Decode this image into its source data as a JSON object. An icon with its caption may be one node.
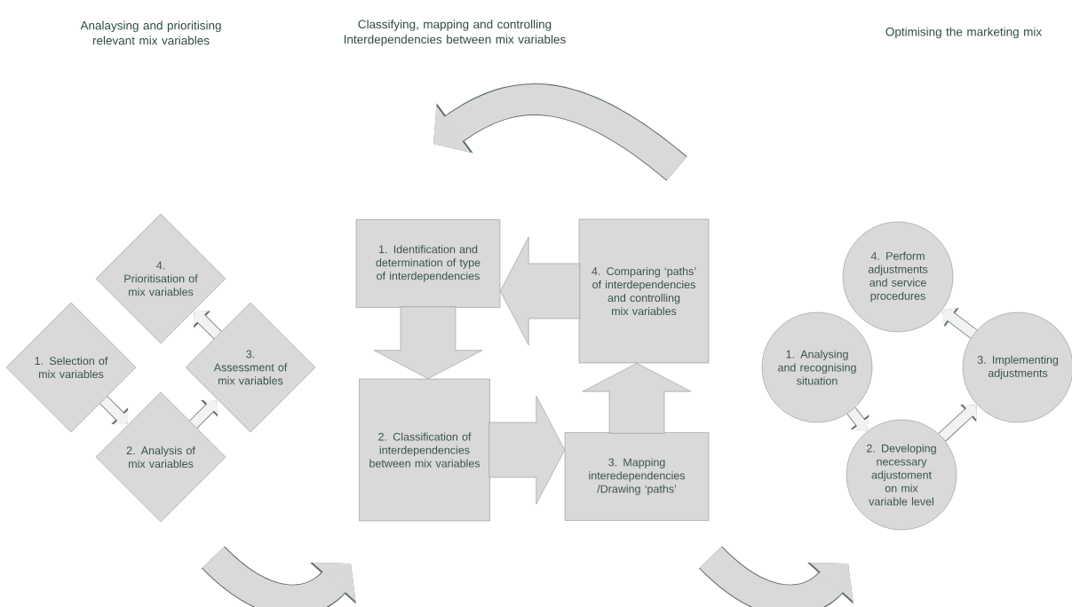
{
  "diagram": {
    "nodes": [
      {
        "text": [
          "1. Selection of mix variables"
        ]
      },
      {
        "text": [
          "2. Analysis of mix variables"
        ]
      },
      {
        "text": [
          "3. Assessment of mix variables"
        ]
      },
      {
        "text": [
          "4. Prioritisation of mix variables"
        ]
      },
      {
        "text": [
          "1. Identification and determination of type of interdependencies"
        ]
      },
      {
        "text": [
          "2. Classification of interdependencies between mix variables"
        ]
      },
      {
        "text": [
          "3. Mapping interedependencies /Drawing ‘paths’"
        ]
      },
      {
        "text": [
          "4. Comparing ‘paths’ of interdependencies and controlling mix variables"
        ]
      },
      {
        "text": [
          "1. Analysing and recognising situation"
        ]
      },
      {
        "text": [
          "2. Developing necessary adjustoment on mix variable level"
        ]
      },
      {
        "text": [
          "3. Implementing adjustments"
        ]
      },
      {
        "text": [
          "4. Perform adjustments and service procedures"
        ]
      }
    ],
    "edges": [
      {
        "from": 0,
        "to": 1,
        "arrow": "to"
      },
      {
        "from": 1,
        "to": 2,
        "arrow": "to"
      },
      {
        "from": 2,
        "to": 3,
        "arrow": "to"
      },
      {
        "from": 4,
        "to": 5,
        "arrow": "to",
        "style": "thick"
      },
      {
        "from": 5,
        "to": 6,
        "arrow": "to",
        "style": "thick"
      },
      {
        "from": 6,
        "to": 7,
        "arrow": "to",
        "style": "thick"
      },
      {
        "from": 7,
        "to": 4,
        "arrow": "to",
        "style": "thick"
      },
      {
        "from": 8,
        "to": 9,
        "arrow": "to"
      },
      {
        "from": 9,
        "to": 10,
        "arrow": "to"
      },
      {
        "from": 10,
        "to": 11,
        "arrow": "to"
      }
    ],
    "labels": [
      "Analaysing and prioritising relevant mix variables",
      "Classifying, mapping and controlling Interdependencies between mix variables",
      "Optimising the marketing mix"
    ]
  }
}
